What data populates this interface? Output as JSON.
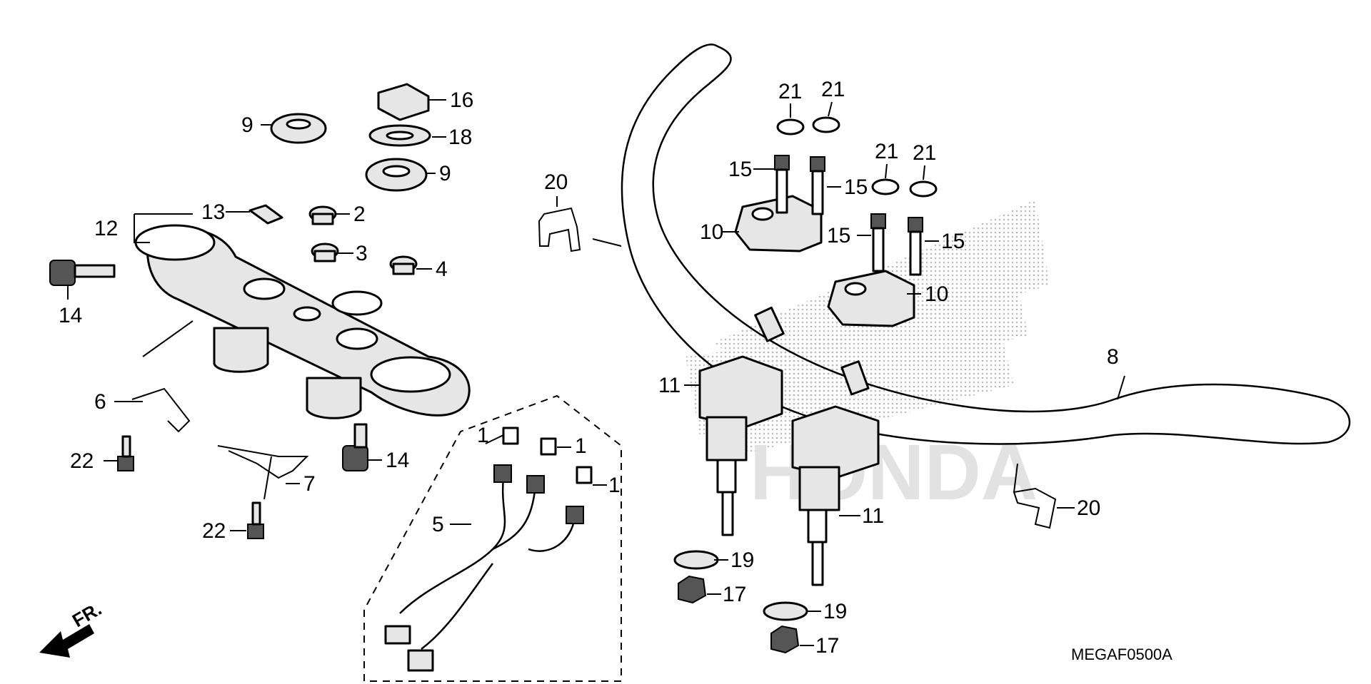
{
  "callouts": {
    "c1a": "1",
    "c1b": "1",
    "c1c": "1",
    "c2": "2",
    "c3": "3",
    "c4": "4",
    "c5": "5",
    "c6": "6",
    "c7": "7",
    "c8": "8",
    "c9a": "9",
    "c9b": "9",
    "c10a": "10",
    "c10b": "10",
    "c11a": "11",
    "c11b": "11",
    "c12": "12",
    "c13": "13",
    "c14a": "14",
    "c14b": "14",
    "c15a": "15",
    "c15b": "15",
    "c15c": "15",
    "c15d": "15",
    "c16": "16",
    "c17a": "17",
    "c17b": "17",
    "c18": "18",
    "c19a": "19",
    "c19b": "19",
    "c20a": "20",
    "c20b": "20",
    "c21a": "21",
    "c21b": "21",
    "c21c": "21",
    "c21d": "21",
    "c22a": "22",
    "c22b": "22"
  },
  "direction_label": "FR.",
  "diagram_code": "MEGAF0500A",
  "colors": {
    "ink": "#000000",
    "background": "#ffffff",
    "watermark": "#cfcfcf"
  }
}
